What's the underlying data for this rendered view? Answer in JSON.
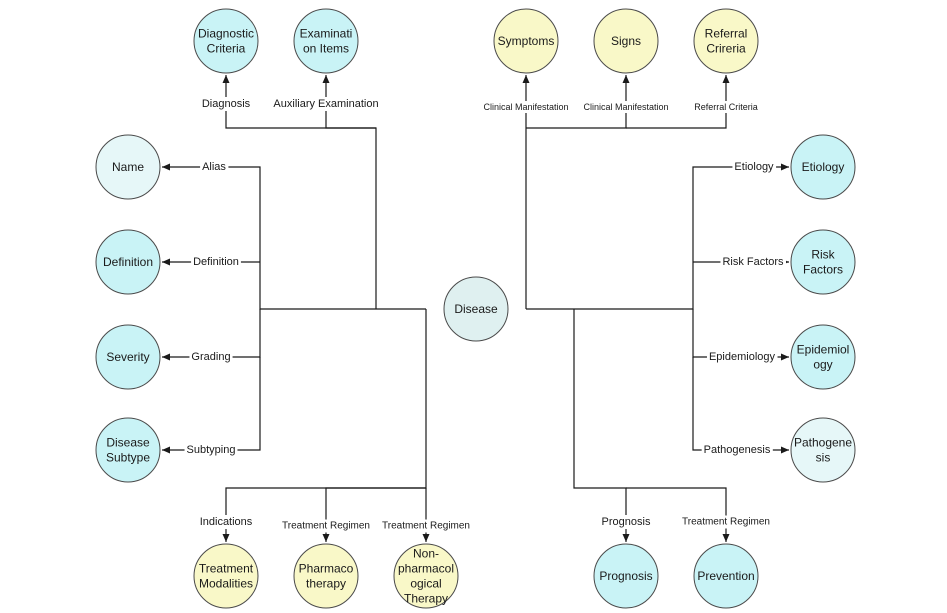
{
  "colors": {
    "cyan": "#c9f3f6",
    "yellow": "#f9f8c8",
    "center": "#dff0f0",
    "light": "#e6f7f8",
    "line": "#1a1a1a"
  },
  "center": {
    "id": "disease",
    "lines": [
      "Disease"
    ],
    "fill": "center"
  },
  "nodes": [
    {
      "id": "diagnostic-criteria",
      "lines": [
        "Diagnostic",
        "Criteria"
      ],
      "fill": "cyan"
    },
    {
      "id": "examination-items",
      "lines": [
        "Examinati",
        "on Items"
      ],
      "fill": "cyan"
    },
    {
      "id": "symptoms",
      "lines": [
        "Symptoms"
      ],
      "fill": "yellow"
    },
    {
      "id": "signs",
      "lines": [
        "Signs"
      ],
      "fill": "yellow"
    },
    {
      "id": "referral-criteria",
      "lines": [
        "Referral",
        "Crireria"
      ],
      "fill": "yellow"
    },
    {
      "id": "name",
      "lines": [
        "Name"
      ],
      "fill": "light"
    },
    {
      "id": "definition",
      "lines": [
        "Definition"
      ],
      "fill": "cyan"
    },
    {
      "id": "severity",
      "lines": [
        "Severity"
      ],
      "fill": "cyan"
    },
    {
      "id": "disease-subtype",
      "lines": [
        "Disease",
        "Subtype"
      ],
      "fill": "cyan"
    },
    {
      "id": "etiology",
      "lines": [
        "Etiology"
      ],
      "fill": "cyan"
    },
    {
      "id": "risk-factors",
      "lines": [
        "Risk",
        "Factors"
      ],
      "fill": "cyan"
    },
    {
      "id": "epidemiology",
      "lines": [
        "Epidemiol",
        "ogy"
      ],
      "fill": "cyan"
    },
    {
      "id": "pathogenesis",
      "lines": [
        "Pathogene",
        "sis"
      ],
      "fill": "light"
    },
    {
      "id": "treatment-modalities",
      "lines": [
        "Treatment",
        "Modalities"
      ],
      "fill": "yellow"
    },
    {
      "id": "pharmacotherapy",
      "lines": [
        "Pharmaco",
        "therapy"
      ],
      "fill": "yellow"
    },
    {
      "id": "non-pharmacological-therapy",
      "lines": [
        "Non-",
        "pharmacol",
        "ogical",
        "Therapy"
      ],
      "fill": "yellow"
    },
    {
      "id": "prognosis",
      "lines": [
        "Prognosis"
      ],
      "fill": "cyan"
    },
    {
      "id": "prevention",
      "lines": [
        "Prevention"
      ],
      "fill": "cyan"
    }
  ],
  "edges": [
    {
      "id": "diagnosis",
      "label": "Diagnosis",
      "target": "diagnostic-criteria"
    },
    {
      "id": "auxiliary-examination",
      "label": "Auxiliary Examination",
      "target": "examination-items"
    },
    {
      "id": "clinical-manifestation-symptoms",
      "label": "Clinical Manifestation",
      "target": "symptoms"
    },
    {
      "id": "clinical-manifestation-signs",
      "label": "Clinical Manifestation",
      "target": "signs"
    },
    {
      "id": "referral-criteria-edge",
      "label": "Referral Criteria",
      "target": "referral-criteria"
    },
    {
      "id": "alias",
      "label": "Alias",
      "target": "name"
    },
    {
      "id": "definition-edge",
      "label": "Definition",
      "target": "definition"
    },
    {
      "id": "grading",
      "label": "Grading",
      "target": "severity"
    },
    {
      "id": "subtyping",
      "label": "Subtyping",
      "target": "disease-subtype"
    },
    {
      "id": "etiology-edge",
      "label": "Etiology",
      "target": "etiology"
    },
    {
      "id": "risk-factors-edge",
      "label": "Risk Factors",
      "target": "risk-factors"
    },
    {
      "id": "epidemiology-edge",
      "label": "Epidemiology",
      "target": "epidemiology"
    },
    {
      "id": "pathogenesis-edge",
      "label": "Pathogenesis",
      "target": "pathogenesis"
    },
    {
      "id": "indications",
      "label": "Indications",
      "target": "treatment-modalities"
    },
    {
      "id": "treatment-regimen-pharmaco",
      "label": "Treatment Regimen",
      "target": "pharmacotherapy"
    },
    {
      "id": "treatment-regimen-nonpharmaco",
      "label": "Treatment Regimen",
      "target": "non-pharmacological-therapy"
    },
    {
      "id": "prognosis-edge",
      "label": "Prognosis",
      "target": "prognosis"
    },
    {
      "id": "treatment-regimen-prevention",
      "label": "Treatment Regimen",
      "target": "prevention"
    }
  ]
}
